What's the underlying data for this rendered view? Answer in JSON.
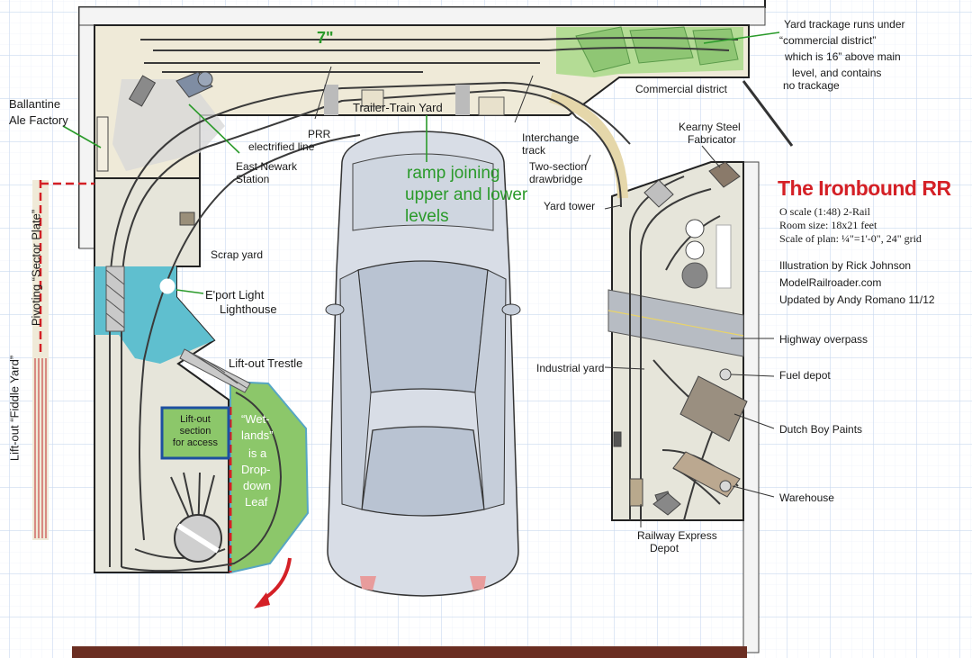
{
  "title": "The Ironbound RR",
  "specs": {
    "scale": "O scale (1:48)  2-Rail",
    "room": "Room size: 18x21 feet",
    "plan_scale": "Scale of plan: ¼\"=1'-0\", 24\" grid",
    "illustration": "Illustration by Rick Johnson",
    "site": "ModelRailroader.com",
    "update": "Updated by Andy Romano 11/12"
  },
  "labels": {
    "seven_inch": "7\"",
    "yard_note_1": "Yard trackage runs under",
    "yard_note_2": "“commercial district”",
    "yard_note_3": "which is 16” above main",
    "yard_note_4": "level, and contains",
    "yard_note_5": "no trackage",
    "commercial": "Commercial district",
    "ballantine_1": "Ballantine",
    "ballantine_2": "Ale Factory",
    "prr_1": "PRR",
    "prr_2": "electrified line",
    "east_newark_1": "East Newark",
    "east_newark_2": "Station",
    "trailer_train": "Trailer-Train Yard",
    "interchange_1": "Interchange",
    "interchange_2": "track",
    "drawbridge_1": "Two-section",
    "drawbridge_2": "drawbridge",
    "kearny_1": "Kearny Steel",
    "kearny_2": "Fabricator",
    "ramp_1": "ramp joining",
    "ramp_2": "upper and lower",
    "ramp_3": "levels",
    "yard_tower": "Yard tower",
    "scrap_yard": "Scrap yard",
    "lighthouse_1": "E'port Light",
    "lighthouse_2": "Lighthouse",
    "lift_trestle": "Lift-out Trestle",
    "lift_section_1": "Lift-out",
    "lift_section_2": "section",
    "lift_section_3": "for access",
    "wetlands_1": "“Wet-",
    "wetlands_2": "lands”",
    "wetlands_3": "is a",
    "wetlands_4": "Drop-",
    "wetlands_5": "down",
    "wetlands_6": "Leaf",
    "sector_plate": "Pivoting “Sector Plate”",
    "fiddle_yard": "Lift-out “Fiddle Yard”",
    "highway": "Highway overpass",
    "industrial": "Industrial yard",
    "fuel": "Fuel depot",
    "dutch_boy": "Dutch Boy Paints",
    "warehouse": "Warehouse",
    "rea_1": "Railway Express",
    "rea_2": "Depot"
  },
  "colors": {
    "benchwork": "#e6e5da",
    "upper_level": "#efead8",
    "water": "#5fbfcf",
    "wetlands": "#8cc76a",
    "commercial": "#a9d98a",
    "track": "#3a3a3a",
    "wall": "#111111",
    "title_red": "#d42026",
    "annotation_green": "#2a9a2a",
    "grid": "#c9d9ef",
    "car": "#d8dde6"
  }
}
